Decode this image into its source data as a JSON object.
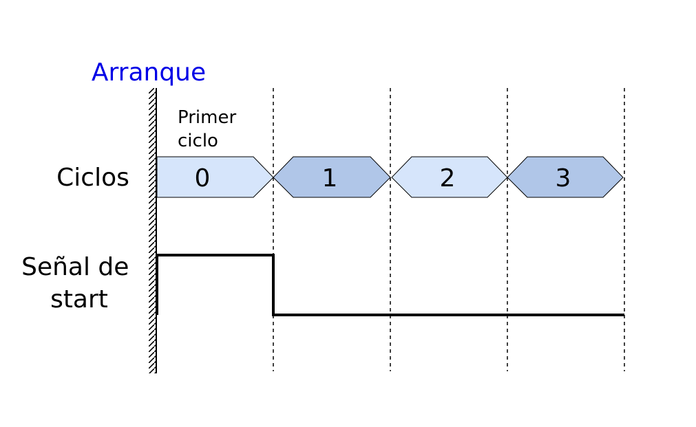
{
  "title": "Arranque",
  "first_cycle_label": [
    "Primer",
    "ciclo"
  ],
  "rows": {
    "cycles": "Ciclos",
    "start_signal": [
      "Señal de",
      "start"
    ]
  },
  "cycles": [
    {
      "label": "0"
    },
    {
      "label": "1"
    },
    {
      "label": "2"
    },
    {
      "label": "3"
    }
  ],
  "colors": {
    "title": "#0000e6",
    "cycle_light": "#d6e5fb",
    "cycle_dark": "#b0c6e8",
    "stroke": "#000000"
  }
}
